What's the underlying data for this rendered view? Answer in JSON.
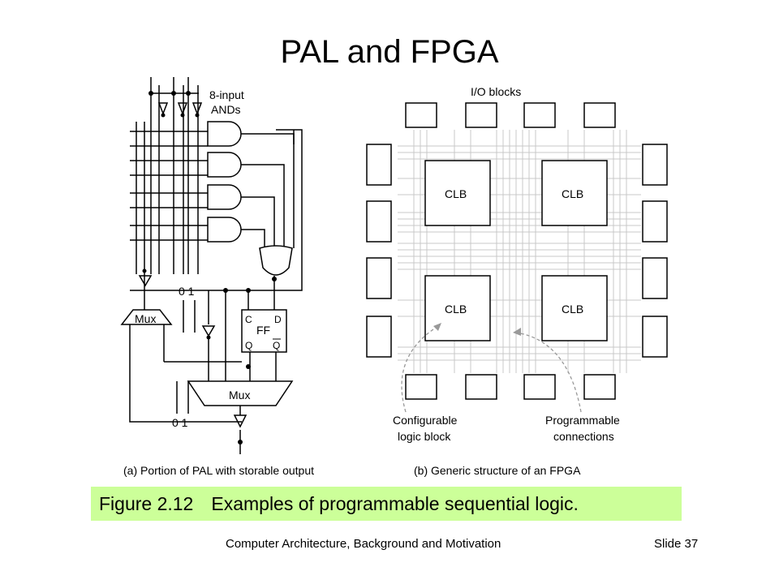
{
  "slide": {
    "title": "PAL and FPGA",
    "footer_center": "Computer Architecture, Background and Motivation",
    "footer_right": "Slide 37"
  },
  "caption": {
    "figure": "Figure 2.12",
    "text": "Examples of programmable sequential logic.",
    "background": "#ccff99"
  },
  "pal": {
    "and_label_line1": "8-input",
    "and_label_line2": "ANDs",
    "mux_left": "Mux",
    "mux_bottom": "Mux",
    "ff_c": "C",
    "ff_d": "D",
    "ff_name": "FF",
    "ff_q": "Q",
    "ff_qbar": "Q",
    "consts_top": "0 1",
    "consts_bottom": "0 1",
    "caption": "(a) Portion of PAL with storable output"
  },
  "fpga": {
    "io_label": "I/O blocks",
    "clb": [
      "CLB",
      "CLB",
      "CLB",
      "CLB"
    ],
    "callout_left_line1": "Configurable",
    "callout_left_line2": "logic block",
    "callout_right_line1": "Programmable",
    "callout_right_line2": "connections",
    "caption": "(b) Generic structure of an FPGA"
  }
}
